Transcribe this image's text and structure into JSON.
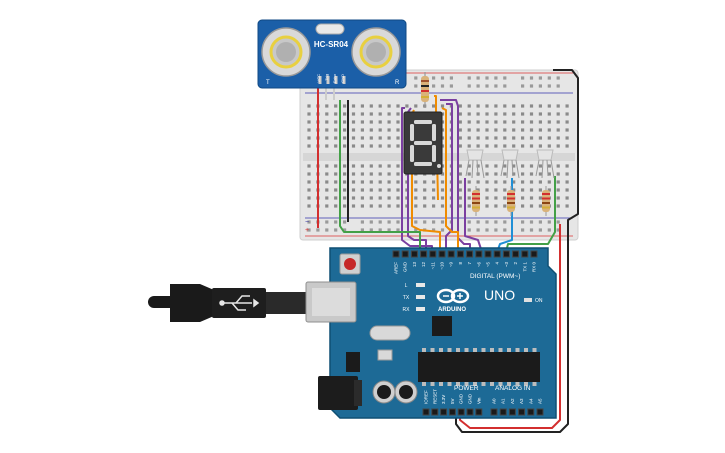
{
  "sensor": {
    "label": "HC-SR04",
    "left_mark": "T",
    "right_mark": "R",
    "pins": [
      "VCC",
      "Trig",
      "Echo",
      "GND"
    ]
  },
  "board": {
    "logo_text": "ARDUINO",
    "model": "UNO",
    "header_digital": "DIGITAL (PWM~)",
    "header_power": "POWER",
    "header_analog": "ANALOG IN",
    "on_label": "ON",
    "led_labels": [
      "L",
      "TX",
      "RX"
    ],
    "digital_pins": [
      "AREF",
      "GND",
      "13",
      "12",
      "~11",
      "~10",
      "~9",
      "8",
      "7",
      "~6",
      "~5",
      "4",
      "~3",
      "2",
      "TX 1",
      "RX 0"
    ],
    "power_pins": [
      "IOREF",
      "RESET",
      "3.3V",
      "5V",
      "GND",
      "GND",
      "Vin"
    ],
    "analog_pins": [
      "A0",
      "A1",
      "A2",
      "A3",
      "A4",
      "A5"
    ]
  },
  "display": {
    "digit": "8"
  },
  "colors": {
    "wire_purple": "#7b3fa0",
    "wire_orange": "#f08c00",
    "wire_blue": "#1f8fd6",
    "wire_green": "#43a047",
    "wire_red": "#d32f2f",
    "wire_black": "#222222",
    "board_blue": "#1d6a96",
    "sensor_blue": "#1b5fa8"
  }
}
